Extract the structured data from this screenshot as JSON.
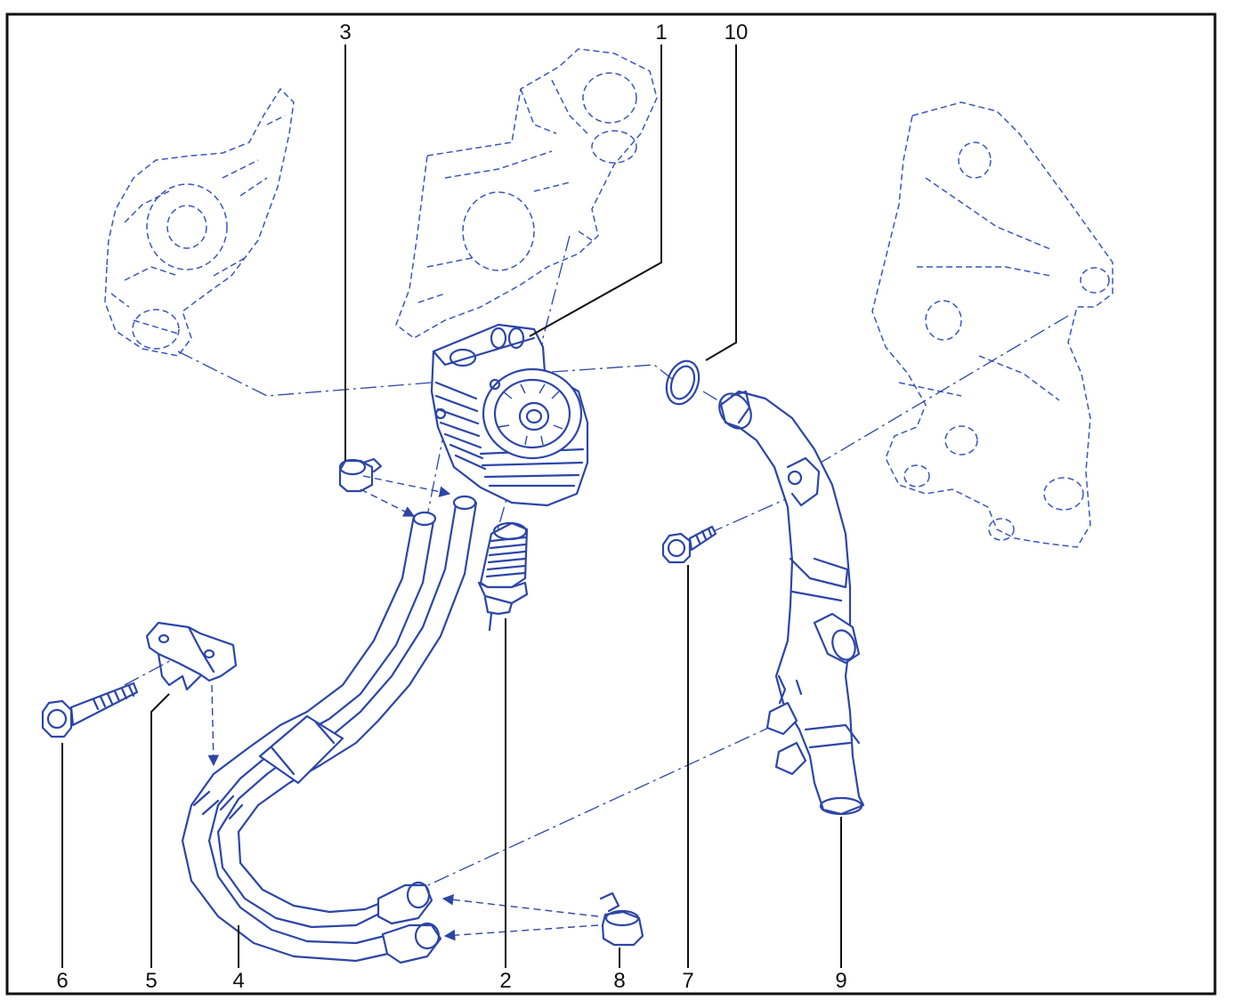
{
  "callouts": {
    "c1": "1",
    "c2": "2",
    "c3": "3",
    "c4": "4",
    "c5": "5",
    "c6": "6",
    "c7": "7",
    "c8": "8",
    "c9": "9",
    "c10": "10"
  },
  "colors": {
    "line_art": "#2c46a8",
    "callout": "#111111",
    "background": "#ffffff"
  }
}
